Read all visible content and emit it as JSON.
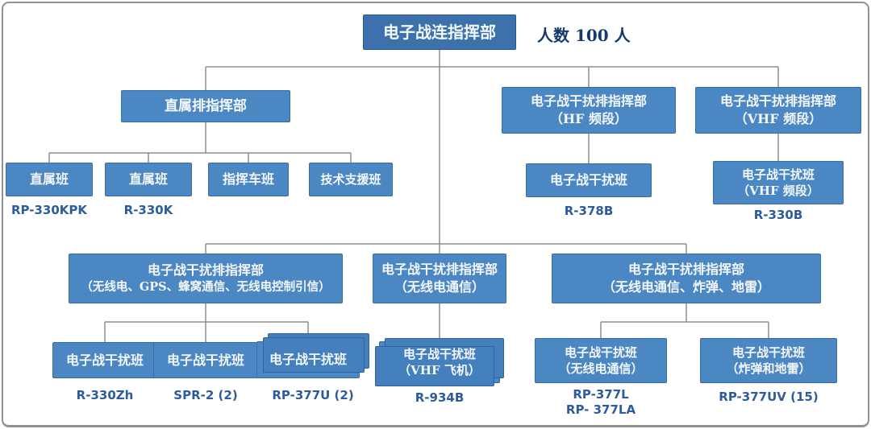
{
  "colors": {
    "box_fill": "#4B87C3",
    "root_fill": "#3D71AC",
    "connector_line": "#8E8E8E",
    "equipment_text": "#2D5C9D",
    "note_text": "#16396B"
  },
  "nodes": {
    "root": {
      "label": "电子战连指挥部",
      "note": "人数 100 人"
    },
    "directPlatoon": {
      "line1": "直属排指挥部"
    },
    "hfPlatoon": {
      "line1": "电子战干扰排指挥部",
      "line2": "（HF 频段）"
    },
    "vhfPlatoon": {
      "line1": "电子战干扰排指挥部",
      "line2": "（VHF 频段）"
    },
    "directSquad1": {
      "line1": "直属班",
      "equip": "RP-330KPK"
    },
    "directSquad2": {
      "line1": "直属班",
      "equip": "R-330K"
    },
    "cmdVehicleSquad": {
      "line1": "指挥车班"
    },
    "techSupportSquad": {
      "line1": "技术支援班"
    },
    "hfSquad": {
      "line1": "电子战干扰班",
      "equip": "R-378B"
    },
    "vhfSquad": {
      "line1": "电子战干扰班",
      "line2": "（VHF 频段）",
      "equip": "R-330B"
    },
    "multiPlatoon": {
      "line1": "电子战干扰排指挥部",
      "line2": "（无线电、GPS、蜂窝通信、无线电控制引信）"
    },
    "radioPlatoon": {
      "line1": "电子战干扰排指挥部",
      "line2": "（无线电通信）"
    },
    "bombMinePlatoon": {
      "line1": "电子战干扰排指挥部",
      "line2": "（无线电通信、炸弹、地雷）"
    },
    "squadR330Zh": {
      "line1": "电子战干扰班",
      "equip": "R-330Zh"
    },
    "squadSPR2": {
      "line1": "电子战干扰班",
      "equip": "SPR-2 (2)"
    },
    "squadRP377U": {
      "line1": "电子战干扰班",
      "equip": "RP-377U (2)"
    },
    "squadR934B": {
      "line1": "电子战干扰班",
      "line2": "（VHF 飞机）",
      "equip": "R-934B"
    },
    "squadRP377L": {
      "line1": "电子战干扰班",
      "line2": "（无线电通信）",
      "equip1": "RP-377L",
      "equip2": "RP- 377LA"
    },
    "squadRP377UV": {
      "line1": "电子战干扰班",
      "line2": "（炸弹和地雷）",
      "equip": "RP-377UV (15)"
    }
  }
}
